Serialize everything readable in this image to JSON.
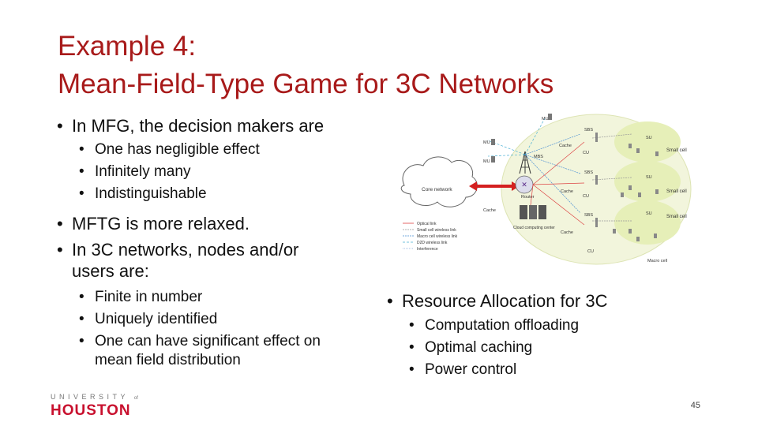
{
  "title": {
    "line1": "Example 4:",
    "line2": "Mean-Field-Type Game for 3C Networks"
  },
  "left": {
    "b1": "In MFG, the decision makers are",
    "b1_sub": [
      "One has negligible effect",
      "Infinitely many",
      "Indistinguishable"
    ],
    "b2": "MFTG is more relaxed.",
    "b3_line1": "In 3C networks, nodes and/or",
    "b3_line2": "users are:",
    "b3_sub": [
      "Finite in number",
      "Uniquely identified"
    ],
    "b3_sub3_line1": "One can have significant effect on",
    "b3_sub3_line2": "mean field distribution"
  },
  "right": {
    "b1": "Resource Allocation for 3C",
    "b1_sub": [
      "Computation offloading",
      "Optimal caching",
      "Power control"
    ]
  },
  "diagram": {
    "core_network": "Core network",
    "router": "Router",
    "cloud": "Cloud computing center",
    "mbs": "MBS",
    "macro_cell": "Macro cell",
    "small_cell": "Small cell",
    "sbs": "SBS",
    "cache": "Cache",
    "cu": "CU",
    "mu": "MU",
    "su": "SU",
    "legend": [
      "Optical link",
      "Small cell wireless link",
      "Macro cell wireless link",
      "D2D wireless link",
      "Interference"
    ],
    "colors": {
      "optical": "#d44",
      "small": "#999",
      "macro": "#4a8fd4",
      "d2d": "#4ab0d4",
      "interference": "#88aadd"
    }
  },
  "footer": {
    "logo_top": "UNIVERSITY",
    "logo_of": "of",
    "logo_main": "HOUSTON",
    "page_number": "45"
  }
}
